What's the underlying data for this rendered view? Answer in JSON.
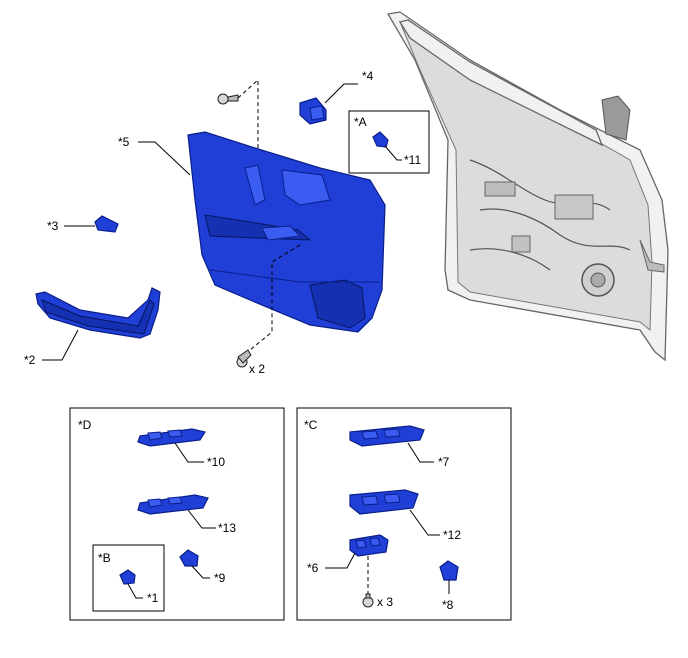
{
  "labels": {
    "l4": "*4",
    "l5": "*5",
    "lA": "*A",
    "l11": "*11",
    "l3": "*3",
    "l2": "*2",
    "x2": "x 2",
    "lD": "*D",
    "l10": "*10",
    "l13": "*13",
    "lB": "*B",
    "l1": "*1",
    "l9": "*9",
    "lC": "*C",
    "l7": "*7",
    "l12": "*12",
    "l6": "*6",
    "x3": "x 3",
    "l8": "*8"
  },
  "colors": {
    "part_fill": "#1f3fd6",
    "part_outline": "#0a1f8a",
    "door_frame": "#f1f1f1"
  }
}
